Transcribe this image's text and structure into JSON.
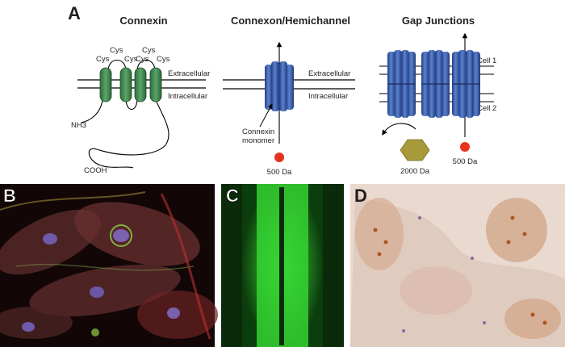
{
  "panel_letters": {
    "a": "A",
    "b": "B",
    "c": "C",
    "d": "D"
  },
  "connexin": {
    "title": "Connexin",
    "cys_labels": [
      "Cys",
      "Cys",
      "Cys",
      "Cys",
      "Cys",
      "Cys"
    ],
    "extracellular": "Extracellular",
    "intracellular": "Intracellular",
    "n_term": "NH3",
    "c_term": "COOH"
  },
  "hemichannel": {
    "title": "Connexon/Hemichannel",
    "extracellular": "Extracellular",
    "intracellular": "Intracellular",
    "monomer_label_line1": "Connexin",
    "monomer_label_line2": "monomer",
    "molecule_label": "500 Da"
  },
  "gap_junctions": {
    "title": "Gap Junctions",
    "cell1": "Cell 1",
    "cell2": "Cell 2",
    "large_molecule_label": "2000 Da",
    "small_molecule_label": "500 Da"
  },
  "colors": {
    "connexin_green": "#3f8a4e",
    "channel_blue": "#3d5fae",
    "molecule_red": "#e6321e",
    "molecule_olive": "#a69a3a"
  }
}
